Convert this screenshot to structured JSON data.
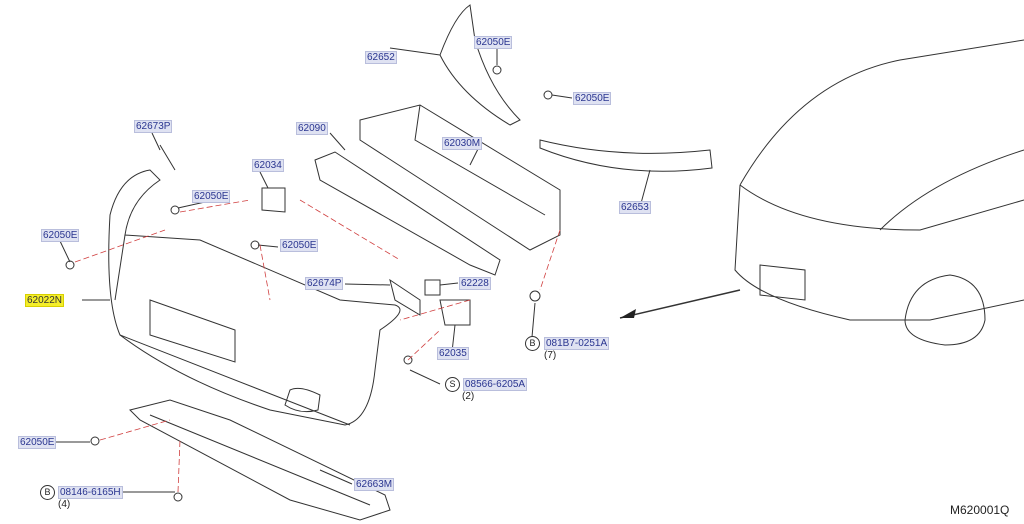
{
  "labels": {
    "p62652": "62652",
    "p62050e_top": "62050E",
    "p62050e_right": "62050E",
    "p62673p": "62673P",
    "p62090": "62090",
    "p62030m": "62030M",
    "p62034": "62034",
    "p62050e_center": "62050E",
    "p62653": "62653",
    "p62050e_left": "62050E",
    "p62050e_mid": "62050E",
    "p62022n": "62022N",
    "p62674p": "62674P",
    "p62228": "62228",
    "p081b7": "081B7-0251A",
    "p62035": "62035",
    "p08566": "08566-6205A",
    "p62050e_bottom": "62050E",
    "p62663m": "62663M",
    "p08146": "08146-6165H"
  },
  "markers": {
    "b1": "B",
    "s1": "S",
    "b2": "B"
  },
  "quantities": {
    "q081b7": "(7)",
    "q08566": "(2)",
    "q08146": "(4)"
  },
  "diagram_code": "M620001Q",
  "highlighted_part": "62022N",
  "colors": {
    "label_bg": "#dfe2f2",
    "label_text": "#2a3590",
    "highlight": "#f4ee2a",
    "dashed_leader": "#d04040"
  }
}
